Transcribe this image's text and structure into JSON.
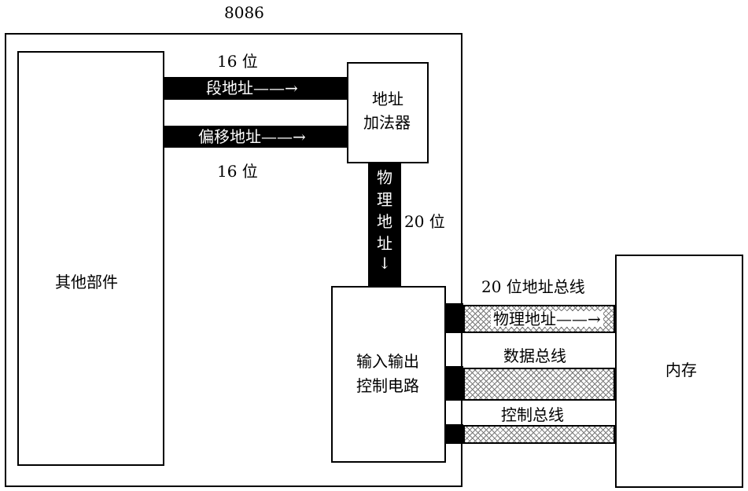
{
  "chip_label": "8086",
  "blocks": {
    "other_parts": "其他部件",
    "adder_line1": "地址",
    "adder_line2": "加法器",
    "io_line1": "输入输出",
    "io_line2": "控制电路",
    "memory": "内存"
  },
  "paths": {
    "segment_bits": "16 位",
    "segment_label": "段地址",
    "offset_label": "偏移地址",
    "offset_bits": "16 位",
    "physical_chars": [
      "物",
      "理",
      "地",
      "址"
    ],
    "physical_bits": "20 位",
    "arrow_right": "——→",
    "arrow_down": "↓"
  },
  "buses": {
    "address_bus_title": "20 位地址总线",
    "address_bus_label": "物理地址",
    "data_bus": "数据总线",
    "control_bus": "控制总线"
  },
  "colors": {
    "line": "#000000",
    "background": "#ffffff",
    "hatch": "#777777"
  }
}
